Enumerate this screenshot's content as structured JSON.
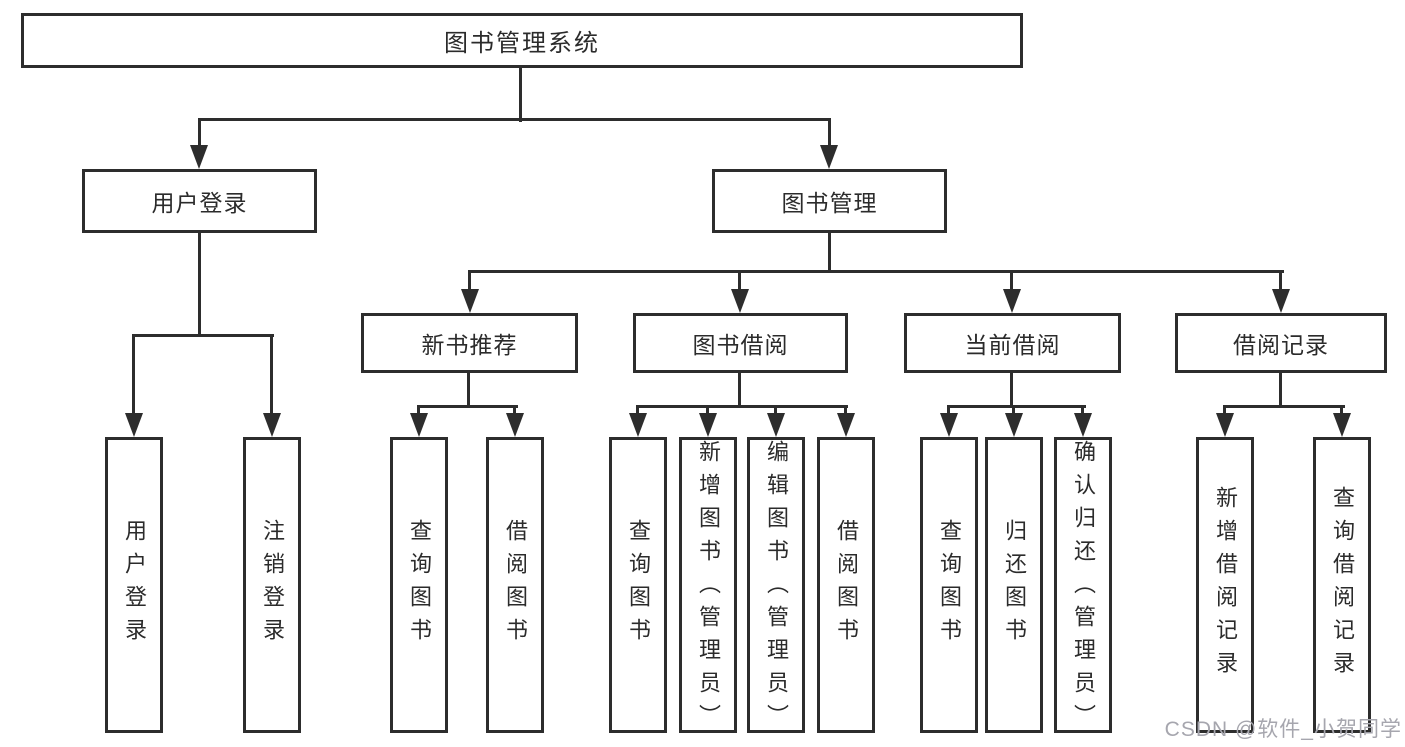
{
  "tree": {
    "label": "图书管理系统",
    "children": [
      {
        "label": "用户登录",
        "children": [
          {
            "label": "用户登录"
          },
          {
            "label": "注销登录"
          }
        ]
      },
      {
        "label": "图书管理",
        "children": [
          {
            "label": "新书推荐",
            "children": [
              {
                "label": "查询图书"
              },
              {
                "label": "借阅图书"
              }
            ]
          },
          {
            "label": "图书借阅",
            "children": [
              {
                "label": "查询图书"
              },
              {
                "label": "新增图书（管理员）"
              },
              {
                "label": "编辑图书（管理员）"
              },
              {
                "label": "借阅图书"
              }
            ]
          },
          {
            "label": "当前借阅",
            "children": [
              {
                "label": "查询图书"
              },
              {
                "label": "归还图书"
              },
              {
                "label": "确认归还（管理员）"
              }
            ]
          },
          {
            "label": "借阅记录",
            "children": [
              {
                "label": "新增借阅记录"
              },
              {
                "label": "查询借阅记录"
              }
            ]
          }
        ]
      }
    ]
  },
  "watermark": {
    "text": "CSDN @软件_小贺同学"
  },
  "colors": {
    "line": "#2d2d2d",
    "text": "#2b2b2b",
    "background": "#ffffff",
    "watermark": "#a6a6ae"
  }
}
